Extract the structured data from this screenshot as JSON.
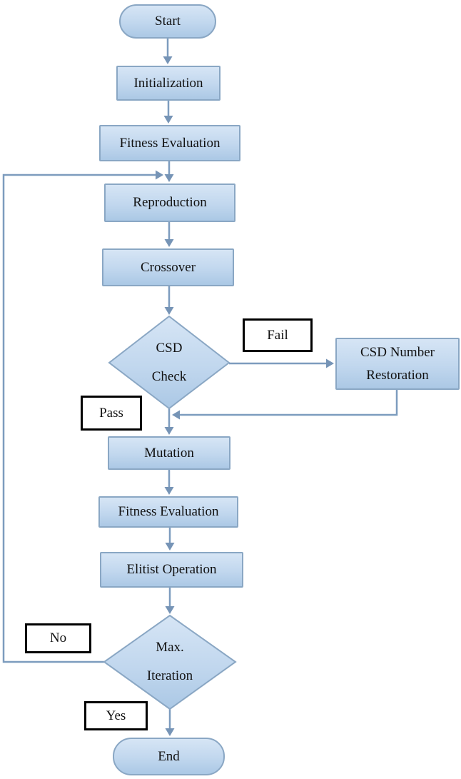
{
  "diagram": {
    "nodes": {
      "start": {
        "label": "Start",
        "shape": "terminator"
      },
      "initialization": {
        "label": "Initialization",
        "shape": "process"
      },
      "fitness_evaluation_1": {
        "label": "Fitness Evaluation",
        "shape": "process"
      },
      "reproduction": {
        "label": "Reproduction",
        "shape": "process"
      },
      "crossover": {
        "label": "Crossover",
        "shape": "process"
      },
      "csd_check": {
        "label": "CSD\nCheck",
        "shape": "decision"
      },
      "csd_number_restoration": {
        "label": "CSD Number\nRestoration",
        "shape": "process"
      },
      "mutation": {
        "label": "Mutation",
        "shape": "process"
      },
      "fitness_evaluation_2": {
        "label": "Fitness Evaluation",
        "shape": "process"
      },
      "elitist_operation": {
        "label": "Elitist Operation",
        "shape": "process"
      },
      "max_iteration": {
        "label": "Max.\nIteration",
        "shape": "decision"
      },
      "end": {
        "label": "End",
        "shape": "terminator"
      }
    },
    "edge_labels": {
      "fail": "Fail",
      "pass": "Pass",
      "no": "No",
      "yes": "Yes"
    },
    "edges": [
      {
        "from": "start",
        "to": "initialization"
      },
      {
        "from": "initialization",
        "to": "fitness_evaluation_1"
      },
      {
        "from": "fitness_evaluation_1",
        "to": "reproduction"
      },
      {
        "from": "reproduction",
        "to": "crossover"
      },
      {
        "from": "crossover",
        "to": "csd_check"
      },
      {
        "from": "csd_check",
        "to": "csd_number_restoration",
        "label": "Fail"
      },
      {
        "from": "csd_number_restoration",
        "to": "mutation"
      },
      {
        "from": "csd_check",
        "to": "mutation",
        "label": "Pass"
      },
      {
        "from": "mutation",
        "to": "fitness_evaluation_2"
      },
      {
        "from": "fitness_evaluation_2",
        "to": "elitist_operation"
      },
      {
        "from": "elitist_operation",
        "to": "max_iteration"
      },
      {
        "from": "max_iteration",
        "to": "reproduction",
        "label": "No"
      },
      {
        "from": "max_iteration",
        "to": "end",
        "label": "Yes"
      }
    ],
    "colors": {
      "node_fill_top": "#d6e5f5",
      "node_fill_bottom": "#abc8e5",
      "node_border": "#8aa7c4",
      "connector": "#7d9cbe",
      "arrowhead": "#7694b6",
      "label_box_border": "#000000",
      "text": "#111111",
      "background": "#ffffff"
    }
  }
}
